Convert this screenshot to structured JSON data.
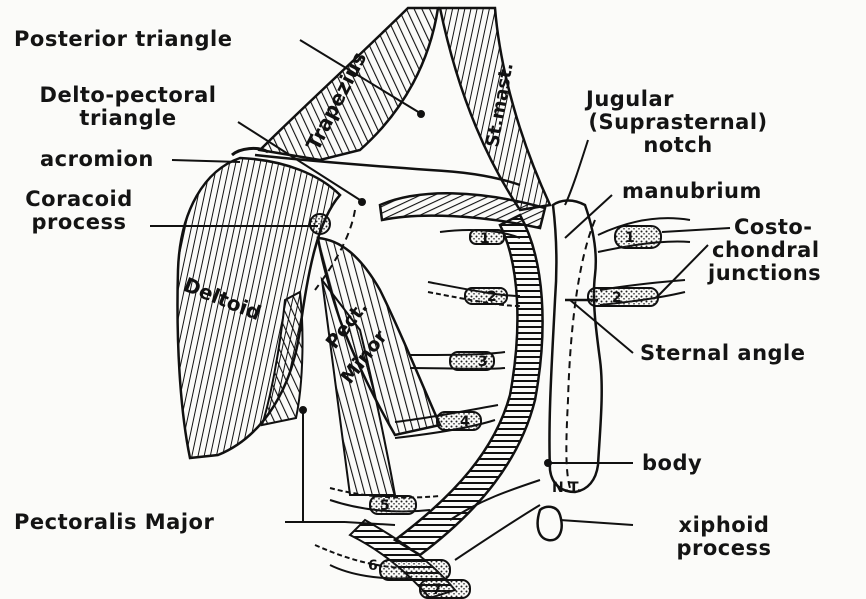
{
  "labels": {
    "posterior_triangle": "Posterior triangle",
    "delto_pectoral_1": "Delto-pectoral",
    "delto_pectoral_2": "triangle",
    "acromion": "acromion",
    "coracoid_1": "Coracoid",
    "coracoid_2": "process",
    "jugular_1": "Jugular",
    "jugular_2": "(Suprasternal)",
    "jugular_3": "notch",
    "manubrium": "manubrium",
    "costo_1": "Costo-",
    "costo_2": "chondral",
    "costo_3": "junctions",
    "sternal_angle": "Sternal angle",
    "body": "body",
    "pectoralis_major": "Pectoralis Major",
    "xiphoid_1": "xiphoid",
    "xiphoid_2": "process"
  },
  "muscles": {
    "trapezius": "Trapezius",
    "st_mast": "St.mast.",
    "deltoid": "Deltoid",
    "pect": "Pect.",
    "minor": "Minor"
  },
  "ribs": [
    "1",
    "2",
    "3",
    "4",
    "5",
    "6",
    "7"
  ],
  "right_ribs": [
    "1",
    "2"
  ],
  "signature": "N.T."
}
